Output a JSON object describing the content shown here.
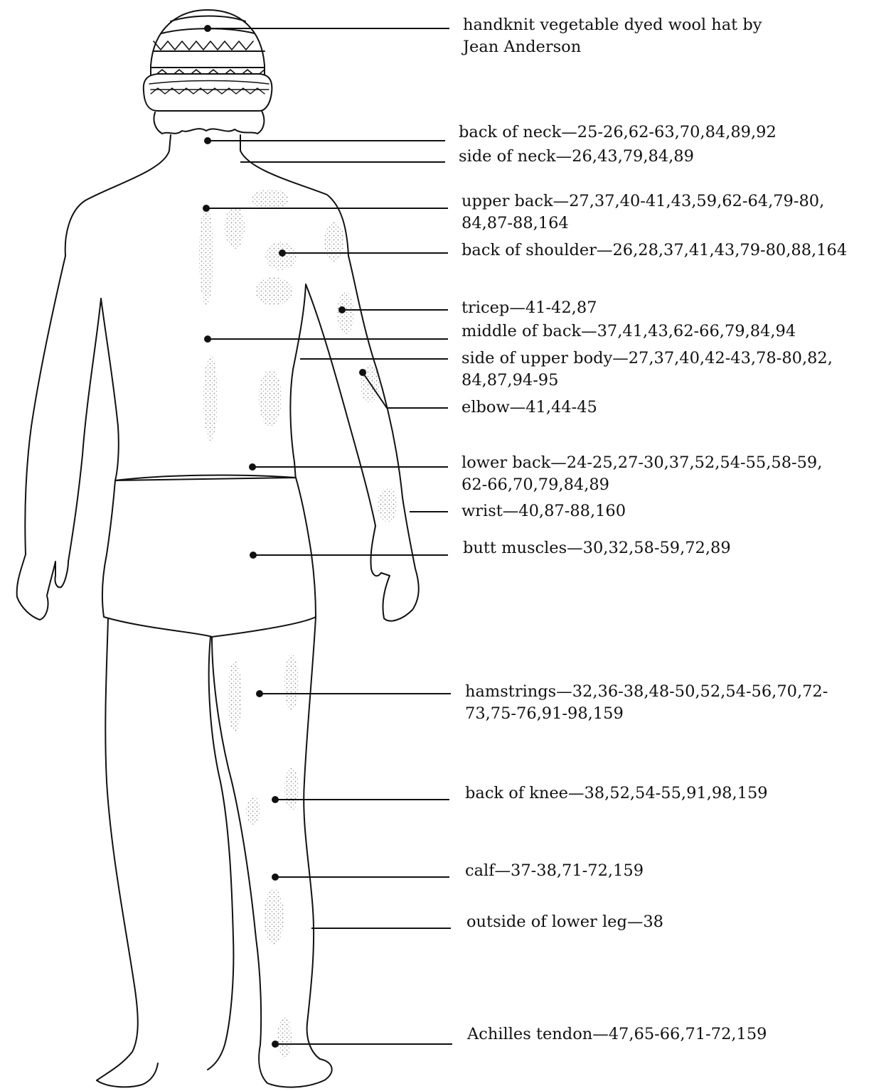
{
  "labels": {
    "hat": [
      "handknit vegetable dyed wool hat by",
      "Jean Anderson"
    ],
    "back_of_neck": [
      "back of neck—25-26,62-63,70,84,89,92"
    ],
    "side_of_neck": [
      "side of neck—26,43,79,84,89"
    ],
    "upper_back": [
      "upper back—27,37,40-41,43,59,62-64,79-80,",
      "84,87-88,164"
    ],
    "back_of_shoulder": [
      "back of shoulder—26,28,37,41,43,79-80,88,164"
    ],
    "tricep": [
      "tricep—41-42,87"
    ],
    "middle_of_back": [
      "middle of back—37,41,43,62-66,79,84,94"
    ],
    "side_of_upper_body": [
      "side of upper body—27,37,40,42-43,78-80,82,",
      "84,87,94-95"
    ],
    "elbow": [
      "elbow—41,44-45"
    ],
    "lower_back": [
      "lower back—24-25,27-30,37,52,54-55,58-59,",
      "62-66,70,79,84,89"
    ],
    "wrist": [
      "wrist—40,87-88,160"
    ],
    "butt_muscles": [
      "butt muscles—30,32,58-59,72,89"
    ],
    "hamstrings": [
      "hamstrings—32,36-38,48-50,52,54-56,70,72-",
      "73,75-76,91-98,159"
    ],
    "back_of_knee": [
      "back of knee—38,52,54-55,91,98,159"
    ],
    "calf": [
      "calf—37-38,71-72,159"
    ],
    "outside_of_lower_leg": [
      "outside of lower leg—38"
    ],
    "achilles_tendon": [
      "Achilles tendon—47,65-66,71-72,159"
    ]
  }
}
